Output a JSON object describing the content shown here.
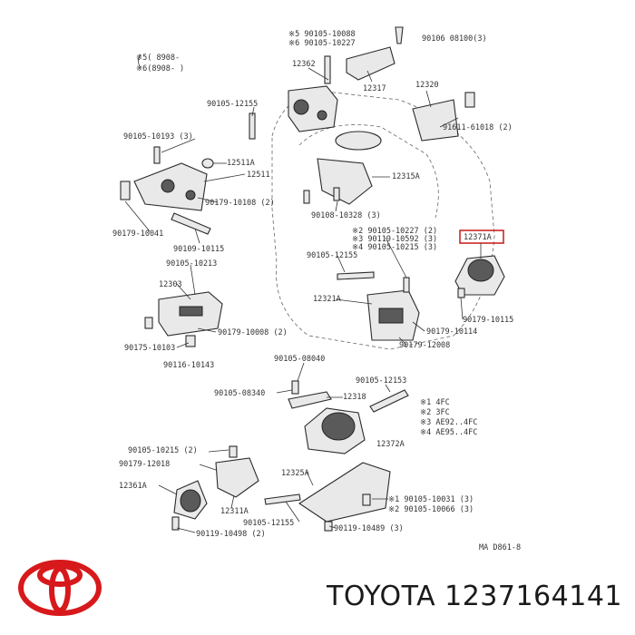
{
  "diagram": {
    "labels": {
      "l1": "※5 90105-10088",
      "l2": "※6 90105-10227",
      "l3": "90106 08100(3)",
      "l4": "※5(      8908-",
      "l5": "※6(8908-      )",
      "l6": "12362",
      "l7": "12317",
      "l8": "12320",
      "l9": "90105-12155",
      "l10": "91611-61018 (2)",
      "l11": "90105-10193 (3)",
      "l12": "12511A",
      "l13": "12511",
      "l14": "12315A",
      "l15": "90179-10108 (2)",
      "l16": "90108-10328 (3)",
      "l17": "90179-10041",
      "l18": "90109-10115",
      "l19": "※2 90105-10227 (2)",
      "l20": "※3 90119-10592 (3)",
      "l21": "※4 90105-10215 (3)",
      "l22": "12371A",
      "l23": "90105-12155",
      "l24": "90105-10213",
      "l25": "12303",
      "l26": "12321A",
      "l27": "90179-10115",
      "l28": "90179-10114",
      "l29": "90179-10008 (2)",
      "l30": "90175-10103",
      "l31": "90179-12008",
      "l32": "90116-10143",
      "l33": "90105-08040",
      "l34": "90105-12153",
      "l35": "90105-08340",
      "l36": "12318",
      "l37": "※1 4FC",
      "l38": "※2 3FC",
      "l39": "※3 AE92..4FC",
      "l40": "※4 AE95..4FC",
      "l41": "90105-10215 (2)",
      "l42": "12372A",
      "l43": "90179-12018",
      "l44": "12325A",
      "l45": "12361A",
      "l46": "12311A",
      "l47": "※1 90105-10031 (3)",
      "l48": "※2 90105-10066 (3)",
      "l49": "90105-12155",
      "l50": "90119-10489 (3)",
      "l51": "90119-10498 (2)",
      "l52": "MA D861-8"
    }
  },
  "footer": {
    "brand": "TOYOTA",
    "part_number": "1237164141",
    "logo_color": "#d7191c"
  }
}
